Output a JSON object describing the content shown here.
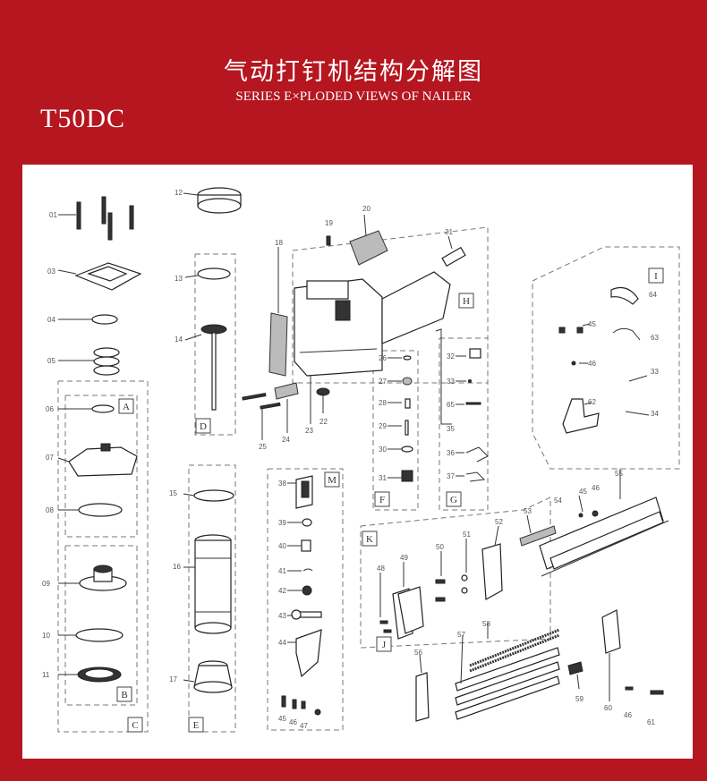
{
  "header": {
    "title_cn": "气动打钉机结构分解图",
    "title_en": "SERIES E×PLODED VIEWS OF NAILER",
    "model": "T50DC"
  },
  "parts": [
    "01",
    "03",
    "04",
    "05",
    "06",
    "07",
    "08",
    "09",
    "10",
    "11",
    "12",
    "13",
    "14",
    "15",
    "16",
    "17",
    "18",
    "19",
    "20",
    "21",
    "22",
    "23",
    "24",
    "25",
    "26",
    "27",
    "28",
    "29",
    "30",
    "31",
    "32",
    "33",
    "35",
    "36",
    "37",
    "38",
    "39",
    "40",
    "41",
    "42",
    "43",
    "44",
    "45",
    "46",
    "47",
    "48",
    "49",
    "50",
    "51",
    "52",
    "53",
    "54",
    "55",
    "56",
    "57",
    "58",
    "59",
    "60",
    "61",
    "62",
    "63",
    "64",
    "65"
  ],
  "groups": [
    "A",
    "B",
    "C",
    "D",
    "E",
    "F",
    "G",
    "H",
    "I",
    "J",
    "K",
    "M"
  ],
  "extra_labels": [
    "45",
    "46",
    "33",
    "34",
    "46",
    "65"
  ],
  "colors": {
    "background": "#b5161f",
    "panel": "#ffffff",
    "text": "#ffffff"
  }
}
